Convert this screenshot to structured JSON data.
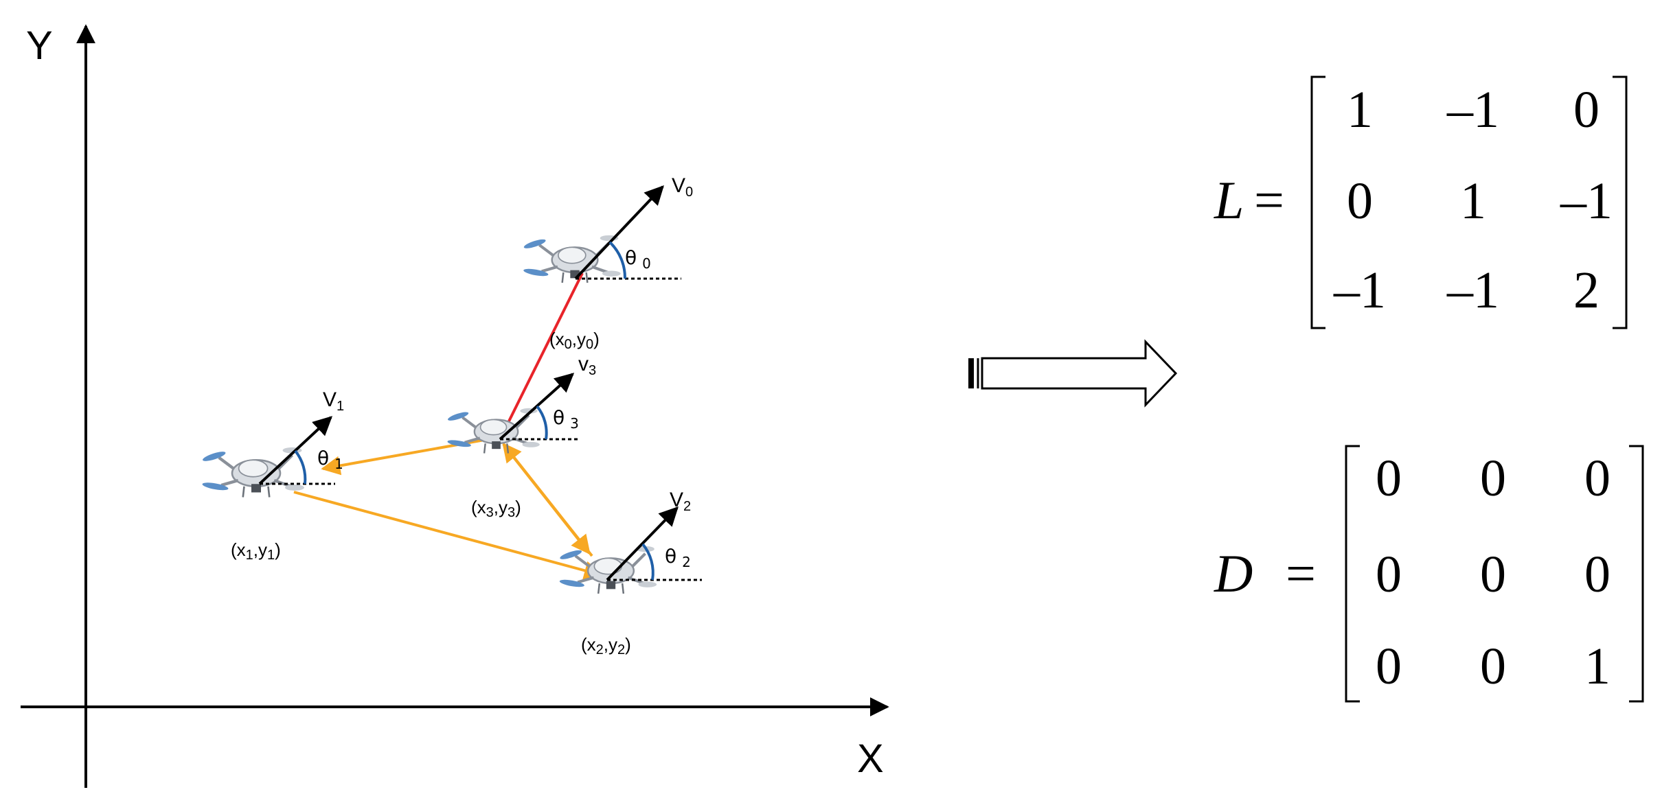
{
  "axes": {
    "x_label": "X",
    "y_label": "Y"
  },
  "drones": [
    {
      "id": "0",
      "velocity": "V",
      "vsub": "0",
      "theta": "θ",
      "tsub": "0",
      "pos_x": "x",
      "pos_y": "y",
      "psub": "0"
    },
    {
      "id": "1",
      "velocity": "V",
      "vsub": "1",
      "theta": "θ",
      "tsub": "1",
      "pos_x": "x",
      "pos_y": "y",
      "psub": "1"
    },
    {
      "id": "2",
      "velocity": "V",
      "vsub": "2",
      "theta": "θ",
      "tsub": "2",
      "pos_x": "x",
      "pos_y": "y",
      "psub": "2"
    },
    {
      "id": "3",
      "velocity": "v",
      "vsub": "3",
      "theta": "θ",
      "tsub": "3",
      "pos_x": "x",
      "pos_y": "y",
      "psub": "3"
    }
  ],
  "links": [
    {
      "from": "0",
      "to": "3",
      "color": "#e8242a"
    },
    {
      "from": "3",
      "to": "1",
      "color": "#f7a823"
    },
    {
      "from": "2",
      "to": "3",
      "color": "#f7a823"
    },
    {
      "from": "3",
      "to": "2",
      "color": "#f7a823"
    },
    {
      "from": "1",
      "to": "2",
      "color": "#f7a823"
    }
  ],
  "colors": {
    "leader_link": "#e8242a",
    "follower_link": "#f7a823",
    "angle_arc": "#1f5fa8",
    "drone_body": "#d9dde2",
    "propeller": "#5b8fc8"
  },
  "matrices": [
    {
      "name": "L",
      "eq": "=",
      "rows": [
        [
          "1",
          "–1",
          "0"
        ],
        [
          "0",
          "1",
          "–1"
        ],
        [
          "–1",
          "–1",
          "2"
        ]
      ]
    },
    {
      "name": "D",
      "eq": "=",
      "rows": [
        [
          "0",
          "0",
          "0"
        ],
        [
          "0",
          "0",
          "0"
        ],
        [
          "0",
          "0",
          "1"
        ]
      ]
    }
  ]
}
